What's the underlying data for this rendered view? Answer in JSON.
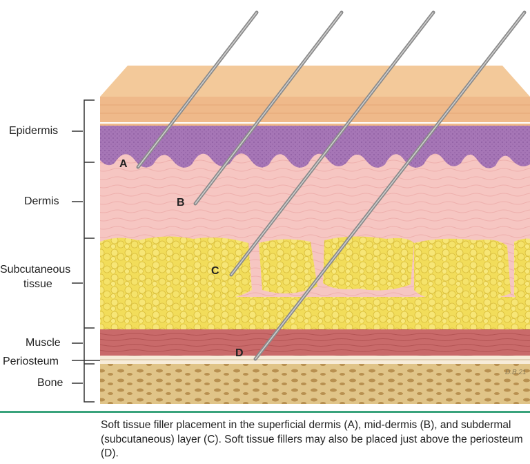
{
  "layers": {
    "epidermis": "Epidermis",
    "dermis": "Dermis",
    "subcutaneous_line1": "Subcutaneous",
    "subcutaneous_line2": "tissue",
    "muscle": "Muscle",
    "periosteum": "Periosteum",
    "bone": "Bone"
  },
  "needles": {
    "a": "A",
    "b": "B",
    "c": "C",
    "d": "D"
  },
  "signature": "D.B.21",
  "caption": "Soft tissue filler placement in the superficial dermis (A), mid-dermis (B), and subdermal (subcutaneous) layer (C). Soft tissue fillers may also be placed just above the periosteum (D).",
  "colors": {
    "skin_surface": "#f3c99a",
    "epidermis": "#a676b6",
    "dermis": "#f6c6c2",
    "fat": "#f2dd5a",
    "muscle": "#c96a6a",
    "bone": "#e0c488",
    "accent_rule": "#3aa37c"
  }
}
